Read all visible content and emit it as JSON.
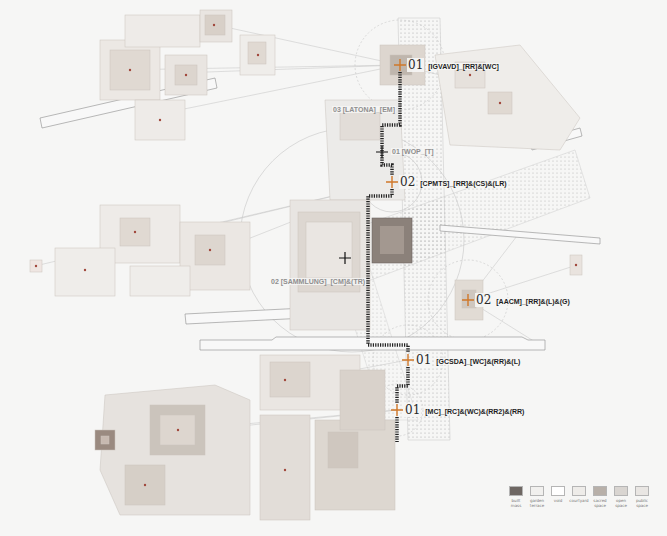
{
  "diagram": {
    "nodes": [
      {
        "text": [
          "01",
          "[IGVAVD]_[RR]&[WC]"
        ]
      },
      {
        "text": [
          "02",
          "[CPMTS]_[RR]&(CS)&(LR)"
        ]
      },
      {
        "text": [
          "01",
          "[GCSDA]_[WC]&(RR)&(L)"
        ]
      },
      {
        "text": [
          "01",
          "[MC]_[RC]&(WC)&(RR2)&(RR)"
        ]
      },
      {
        "text": [
          "02",
          "[AACM]_[RR]&(L)&(G)"
        ]
      }
    ],
    "edges": [
      {
        "from": 0,
        "to": 1,
        "arrow": "none"
      },
      {
        "from": 1,
        "to": 2,
        "arrow": "none"
      },
      {
        "from": 2,
        "to": 3,
        "arrow": "none"
      }
    ],
    "labels": [
      "03 [LATONA]_[EM]",
      "01 [WOP_[T]",
      "02 [SAMMLUNG]_[CM]&(TR)"
    ],
    "legend": [
      {
        "text": "built mass",
        "color": "#6e6763"
      },
      {
        "text": "garden terrace",
        "color": "#f1f0ee"
      },
      {
        "text": "void",
        "color": "#ffffff"
      },
      {
        "text": "courtyard",
        "color": "#eeece9"
      },
      {
        "text": "sacred space",
        "color": "#b8b0a9"
      },
      {
        "text": "open space",
        "color": "#d9d5d1"
      },
      {
        "text": "public space",
        "color": "#e9e6e3"
      }
    ]
  }
}
